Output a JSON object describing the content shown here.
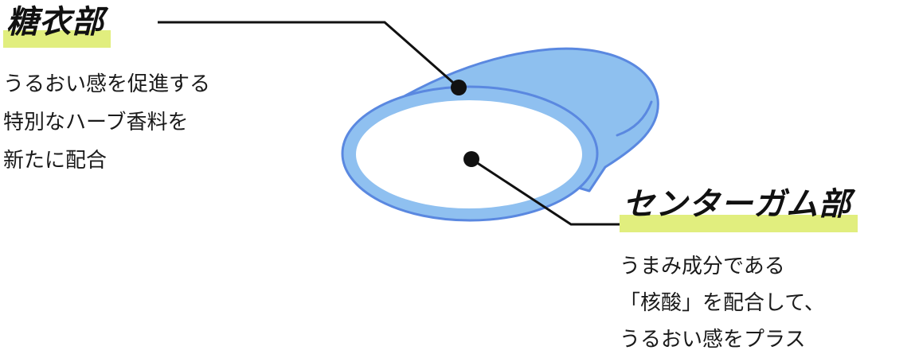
{
  "coating": {
    "title": "糖衣部",
    "lines": [
      "うるおい感を促進する",
      "特別なハーブ香料を",
      "新たに配合"
    ]
  },
  "center": {
    "title": "センターガム部",
    "lines": [
      "うまみ成分である",
      "「核酸」を配合して、",
      "うるおい感をプラス"
    ]
  },
  "colors": {
    "highlight": "#e1ee7e",
    "gum_body": "#8ec0ef",
    "gum_outline": "#5a88e0",
    "gum_ring": "#8fc0f0",
    "gum_center": "#ffffff",
    "leader_line": "#111111"
  }
}
